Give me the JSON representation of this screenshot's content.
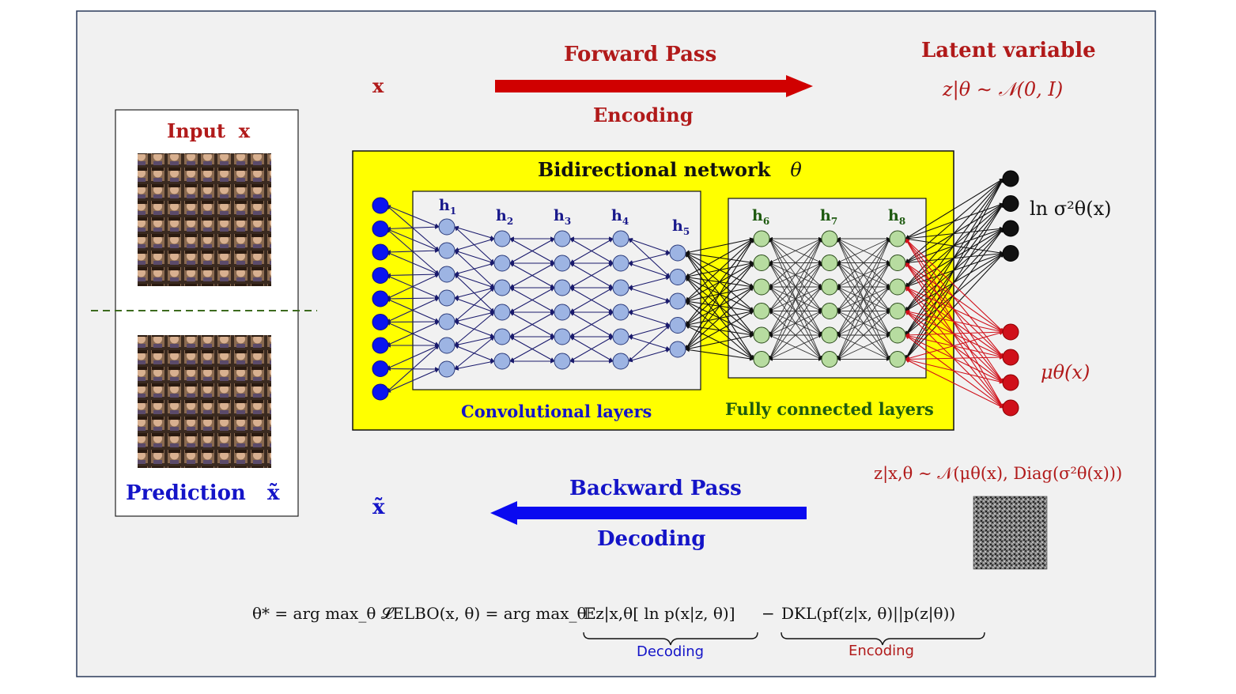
{
  "forward": {
    "title": "Forward Pass",
    "sub": "Encoding"
  },
  "backward": {
    "title": "Backward Pass",
    "sub": "Decoding"
  },
  "x_label": "x",
  "xtilde_label": "x̃",
  "latent": {
    "title": "Latent variable",
    "prior": "z|θ ∼ 𝒩(0, I)"
  },
  "input_panel": {
    "title": "Input",
    "var": "x"
  },
  "prediction_panel": {
    "title": "Prediction",
    "var": "x̃"
  },
  "network": {
    "title": "Bidirectional network",
    "theta": "θ",
    "conv_label": "Convolutional layers",
    "fc_label": "Fully connected layers",
    "conv_layers": [
      {
        "label": "h",
        "sub": "1",
        "nodes": 7
      },
      {
        "label": "h",
        "sub": "2",
        "nodes": 6
      },
      {
        "label": "h",
        "sub": "3",
        "nodes": 6
      },
      {
        "label": "h",
        "sub": "4",
        "nodes": 6
      },
      {
        "label": "h",
        "sub": "5",
        "nodes": 5
      }
    ],
    "fc_layers": [
      {
        "label": "h",
        "sub": "6",
        "nodes": 6
      },
      {
        "label": "h",
        "sub": "7",
        "nodes": 6
      },
      {
        "label": "h",
        "sub": "8",
        "nodes": 6
      }
    ],
    "input_nodes": 9,
    "sigma_nodes": 4,
    "mu_nodes": 4
  },
  "outputs": {
    "log_var": "ln σ²θ(x)",
    "mean": "μθ(x)"
  },
  "posterior": "z|x,θ ∼ 𝒩(μθ(x), Diag(σ²θ(x)))",
  "objective": {
    "lhs": "θ* = arg max_θ 𝓛ELBO(x, θ) = arg max_θ",
    "expectation": "𝔼z|x,θ[ ln p(x|z, θ)]",
    "minus": "−",
    "kl": "DKL(pf(z|x, θ)||p(z|θ))",
    "decoding_brace": "Decoding",
    "encoding_brace": "Encoding"
  },
  "colors": {
    "background": "#f1f1f1",
    "network_fill": "#ffff00",
    "conv_node": "#9db4e3",
    "fc_node": "#b7dca0",
    "input_node": "#0a14f0",
    "sigma_node": "#111111",
    "mu_node": "#d0101a",
    "red_text": "#b11a1a",
    "blue_text": "#1414c8"
  }
}
